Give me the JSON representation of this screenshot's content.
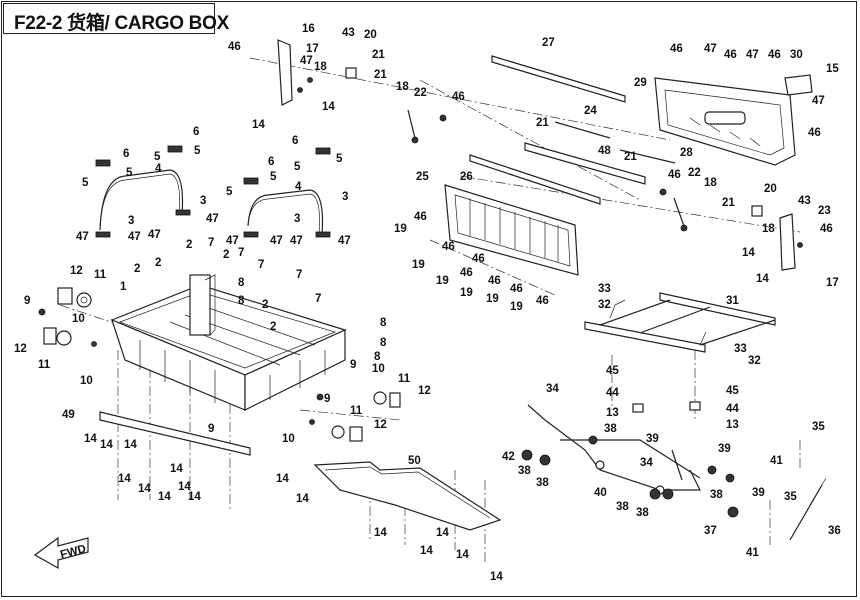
{
  "title": "F22-2 货箱/ CARGO BOX",
  "fwd_label": "FWD",
  "callouts": [
    {
      "id": "c1",
      "t": "1"
    },
    {
      "id": "c2a",
      "t": "2"
    },
    {
      "id": "c2b",
      "t": "2"
    },
    {
      "id": "c2c",
      "t": "2"
    },
    {
      "id": "c2d",
      "t": "2"
    },
    {
      "id": "c2e",
      "t": "2"
    },
    {
      "id": "c2f",
      "t": "2"
    },
    {
      "id": "c3a",
      "t": "3"
    },
    {
      "id": "c3b",
      "t": "3"
    },
    {
      "id": "c3c",
      "t": "3"
    },
    {
      "id": "c3d",
      "t": "3"
    },
    {
      "id": "c4a",
      "t": "4"
    },
    {
      "id": "c4b",
      "t": "4"
    },
    {
      "id": "c5a",
      "t": "5"
    },
    {
      "id": "c5b",
      "t": "5"
    },
    {
      "id": "c5c",
      "t": "5"
    },
    {
      "id": "c5d",
      "t": "5"
    },
    {
      "id": "c5e",
      "t": "5"
    },
    {
      "id": "c5f",
      "t": "5"
    },
    {
      "id": "c5g",
      "t": "5"
    },
    {
      "id": "c5h",
      "t": "5"
    },
    {
      "id": "c6a",
      "t": "6"
    },
    {
      "id": "c6b",
      "t": "6"
    },
    {
      "id": "c6c",
      "t": "6"
    },
    {
      "id": "c6d",
      "t": "6"
    },
    {
      "id": "c7a",
      "t": "7"
    },
    {
      "id": "c7b",
      "t": "7"
    },
    {
      "id": "c7c",
      "t": "7"
    },
    {
      "id": "c7d",
      "t": "7"
    },
    {
      "id": "c7e",
      "t": "7"
    },
    {
      "id": "c8a",
      "t": "8"
    },
    {
      "id": "c8b",
      "t": "8"
    },
    {
      "id": "c8c",
      "t": "8"
    },
    {
      "id": "c8d",
      "t": "8"
    },
    {
      "id": "c8e",
      "t": "8"
    },
    {
      "id": "c9a",
      "t": "9"
    },
    {
      "id": "c9b",
      "t": "9"
    },
    {
      "id": "c9c",
      "t": "9"
    },
    {
      "id": "c9d",
      "t": "9"
    },
    {
      "id": "c10a",
      "t": "10"
    },
    {
      "id": "c10b",
      "t": "10"
    },
    {
      "id": "c10c",
      "t": "10"
    },
    {
      "id": "c10d",
      "t": "10"
    },
    {
      "id": "c11a",
      "t": "11"
    },
    {
      "id": "c11b",
      "t": "11"
    },
    {
      "id": "c11c",
      "t": "11"
    },
    {
      "id": "c11d",
      "t": "11"
    },
    {
      "id": "c12a",
      "t": "12"
    },
    {
      "id": "c12b",
      "t": "12"
    },
    {
      "id": "c12c",
      "t": "12"
    },
    {
      "id": "c12d",
      "t": "12"
    },
    {
      "id": "c13a",
      "t": "13"
    },
    {
      "id": "c13b",
      "t": "13"
    },
    {
      "id": "c14a",
      "t": "14"
    },
    {
      "id": "c14b",
      "t": "14"
    },
    {
      "id": "c14c",
      "t": "14"
    },
    {
      "id": "c14d",
      "t": "14"
    },
    {
      "id": "c14e",
      "t": "14"
    },
    {
      "id": "c14f",
      "t": "14"
    },
    {
      "id": "c14g",
      "t": "14"
    },
    {
      "id": "c14h",
      "t": "14"
    },
    {
      "id": "c14i",
      "t": "14"
    },
    {
      "id": "c14j",
      "t": "14"
    },
    {
      "id": "c14k",
      "t": "14"
    },
    {
      "id": "c14l",
      "t": "14"
    },
    {
      "id": "c14m",
      "t": "14"
    },
    {
      "id": "c14n",
      "t": "14"
    },
    {
      "id": "c14o",
      "t": "14"
    },
    {
      "id": "c14p",
      "t": "14"
    },
    {
      "id": "c14q",
      "t": "14"
    },
    {
      "id": "c14r",
      "t": "14"
    },
    {
      "id": "c14s",
      "t": "14"
    },
    {
      "id": "c14t",
      "t": "14"
    },
    {
      "id": "c15",
      "t": "15"
    },
    {
      "id": "c16",
      "t": "16"
    },
    {
      "id": "c17a",
      "t": "17"
    },
    {
      "id": "c17b",
      "t": "17"
    },
    {
      "id": "c18a",
      "t": "18"
    },
    {
      "id": "c18b",
      "t": "18"
    },
    {
      "id": "c18c",
      "t": "18"
    },
    {
      "id": "c18d",
      "t": "18"
    },
    {
      "id": "c19a",
      "t": "19"
    },
    {
      "id": "c19b",
      "t": "19"
    },
    {
      "id": "c19c",
      "t": "19"
    },
    {
      "id": "c19d",
      "t": "19"
    },
    {
      "id": "c19e",
      "t": "19"
    },
    {
      "id": "c19f",
      "t": "19"
    },
    {
      "id": "c20a",
      "t": "20"
    },
    {
      "id": "c20b",
      "t": "20"
    },
    {
      "id": "c21a",
      "t": "21"
    },
    {
      "id": "c21b",
      "t": "21"
    },
    {
      "id": "c21c",
      "t": "21"
    },
    {
      "id": "c21d",
      "t": "21"
    },
    {
      "id": "c21e",
      "t": "21"
    },
    {
      "id": "c22a",
      "t": "22"
    },
    {
      "id": "c22b",
      "t": "22"
    },
    {
      "id": "c23",
      "t": "23"
    },
    {
      "id": "c24",
      "t": "24"
    },
    {
      "id": "c25",
      "t": "25"
    },
    {
      "id": "c26",
      "t": "26"
    },
    {
      "id": "c27",
      "t": "27"
    },
    {
      "id": "c28",
      "t": "28"
    },
    {
      "id": "c29",
      "t": "29"
    },
    {
      "id": "c30",
      "t": "30"
    },
    {
      "id": "c31",
      "t": "31"
    },
    {
      "id": "c32a",
      "t": "32"
    },
    {
      "id": "c32b",
      "t": "32"
    },
    {
      "id": "c33a",
      "t": "33"
    },
    {
      "id": "c33b",
      "t": "33"
    },
    {
      "id": "c34a",
      "t": "34"
    },
    {
      "id": "c34b",
      "t": "34"
    },
    {
      "id": "c35a",
      "t": "35"
    },
    {
      "id": "c35b",
      "t": "35"
    },
    {
      "id": "c36",
      "t": "36"
    },
    {
      "id": "c37",
      "t": "37"
    },
    {
      "id": "c38a",
      "t": "38"
    },
    {
      "id": "c38b",
      "t": "38"
    },
    {
      "id": "c38c",
      "t": "38"
    },
    {
      "id": "c38d",
      "t": "38"
    },
    {
      "id": "c38e",
      "t": "38"
    },
    {
      "id": "c38f",
      "t": "38"
    },
    {
      "id": "c39a",
      "t": "39"
    },
    {
      "id": "c39b",
      "t": "39"
    },
    {
      "id": "c39c",
      "t": "39"
    },
    {
      "id": "c40",
      "t": "40"
    },
    {
      "id": "c41a",
      "t": "41"
    },
    {
      "id": "c41b",
      "t": "41"
    },
    {
      "id": "c42",
      "t": "42"
    },
    {
      "id": "c43a",
      "t": "43"
    },
    {
      "id": "c43b",
      "t": "43"
    },
    {
      "id": "c44a",
      "t": "44"
    },
    {
      "id": "c44b",
      "t": "44"
    },
    {
      "id": "c45a",
      "t": "45"
    },
    {
      "id": "c45b",
      "t": "45"
    },
    {
      "id": "c46a",
      "t": "46"
    },
    {
      "id": "c46b",
      "t": "46"
    },
    {
      "id": "c46c",
      "t": "46"
    },
    {
      "id": "c46d",
      "t": "46"
    },
    {
      "id": "c46e",
      "t": "46"
    },
    {
      "id": "c46f",
      "t": "46"
    },
    {
      "id": "c46g",
      "t": "46"
    },
    {
      "id": "c46h",
      "t": "46"
    },
    {
      "id": "c46i",
      "t": "46"
    },
    {
      "id": "c46j",
      "t": "46"
    },
    {
      "id": "c46k",
      "t": "46"
    },
    {
      "id": "c46l",
      "t": "46"
    },
    {
      "id": "c46m",
      "t": "46"
    },
    {
      "id": "c46n",
      "t": "46"
    },
    {
      "id": "c46o",
      "t": "46"
    },
    {
      "id": "c47a",
      "t": "47"
    },
    {
      "id": "c47b",
      "t": "47"
    },
    {
      "id": "c47c",
      "t": "47"
    },
    {
      "id": "c47d",
      "t": "47"
    },
    {
      "id": "c47e",
      "t": "47"
    },
    {
      "id": "c47f",
      "t": "47"
    },
    {
      "id": "c47g",
      "t": "47"
    },
    {
      "id": "c47h",
      "t": "47"
    },
    {
      "id": "c47i",
      "t": "47"
    },
    {
      "id": "c47j",
      "t": "47"
    },
    {
      "id": "c47k",
      "t": "47"
    },
    {
      "id": "c47l",
      "t": "47"
    },
    {
      "id": "c48",
      "t": "48"
    },
    {
      "id": "c49",
      "t": "49"
    },
    {
      "id": "c50",
      "t": "50"
    }
  ]
}
